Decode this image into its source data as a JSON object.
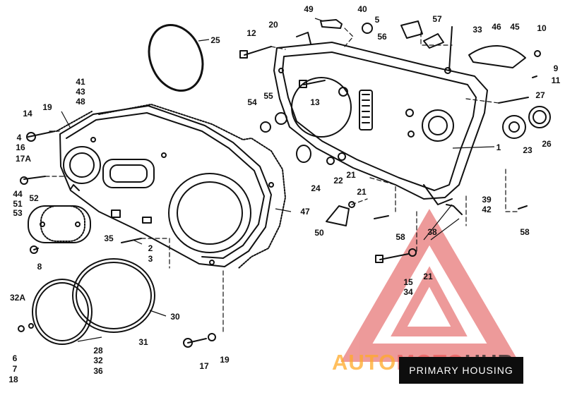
{
  "title": "PRIMARY HOUSING",
  "watermark": {
    "part1": "AUTO",
    "part2": "MOTO",
    "part3": "HUB"
  },
  "colors": {
    "ink": "#111111",
    "watermark_red": "#e04848",
    "watermark_orange": "#f5a623"
  },
  "callouts": [
    {
      "id": "c49",
      "text": "49"
    },
    {
      "id": "c40",
      "text": "40"
    },
    {
      "id": "c5",
      "text": "5"
    },
    {
      "id": "c57",
      "text": "57"
    },
    {
      "id": "c56",
      "text": "56"
    },
    {
      "id": "c33",
      "text": "33"
    },
    {
      "id": "c46",
      "text": "46"
    },
    {
      "id": "c45",
      "text": "45"
    },
    {
      "id": "c10",
      "text": "10"
    },
    {
      "id": "c25",
      "text": "25"
    },
    {
      "id": "c12",
      "text": "12"
    },
    {
      "id": "c20",
      "text": "20"
    },
    {
      "id": "c9",
      "text": "9"
    },
    {
      "id": "c11",
      "text": "11"
    },
    {
      "id": "c27",
      "text": "27"
    },
    {
      "id": "c41",
      "text": "41"
    },
    {
      "id": "c43",
      "text": "43"
    },
    {
      "id": "c48",
      "text": "48"
    },
    {
      "id": "c54",
      "text": "54"
    },
    {
      "id": "c55",
      "text": "55"
    },
    {
      "id": "c13",
      "text": "13"
    },
    {
      "id": "c14",
      "text": "14"
    },
    {
      "id": "c19a",
      "text": "19"
    },
    {
      "id": "c4",
      "text": "4"
    },
    {
      "id": "c16",
      "text": "16"
    },
    {
      "id": "c17A",
      "text": "17A"
    },
    {
      "id": "c1",
      "text": "1"
    },
    {
      "id": "c23",
      "text": "23"
    },
    {
      "id": "c26",
      "text": "26"
    },
    {
      "id": "c22",
      "text": "22"
    },
    {
      "id": "c21a",
      "text": "21"
    },
    {
      "id": "c24",
      "text": "24"
    },
    {
      "id": "c21b",
      "text": "21"
    },
    {
      "id": "c44",
      "text": "44"
    },
    {
      "id": "c51",
      "text": "51"
    },
    {
      "id": "c53",
      "text": "53"
    },
    {
      "id": "c52",
      "text": "52"
    },
    {
      "id": "c39",
      "text": "39"
    },
    {
      "id": "c42",
      "text": "42"
    },
    {
      "id": "c47",
      "text": "47"
    },
    {
      "id": "c50",
      "text": "50"
    },
    {
      "id": "c58a",
      "text": "58"
    },
    {
      "id": "c58b",
      "text": "58"
    },
    {
      "id": "c38",
      "text": "38"
    },
    {
      "id": "c35",
      "text": "35"
    },
    {
      "id": "c2",
      "text": "2"
    },
    {
      "id": "c3",
      "text": "3"
    },
    {
      "id": "c8",
      "text": "8"
    },
    {
      "id": "c21c",
      "text": "21"
    },
    {
      "id": "c15",
      "text": "15"
    },
    {
      "id": "c34",
      "text": "34"
    },
    {
      "id": "c32A",
      "text": "32A"
    },
    {
      "id": "c30",
      "text": "30"
    },
    {
      "id": "c31",
      "text": "31"
    },
    {
      "id": "c28",
      "text": "28"
    },
    {
      "id": "c32",
      "text": "32"
    },
    {
      "id": "c36",
      "text": "36"
    },
    {
      "id": "c6",
      "text": "6"
    },
    {
      "id": "c7",
      "text": "7"
    },
    {
      "id": "c18",
      "text": "18"
    },
    {
      "id": "c17",
      "text": "17"
    },
    {
      "id": "c19b",
      "text": "19"
    }
  ]
}
